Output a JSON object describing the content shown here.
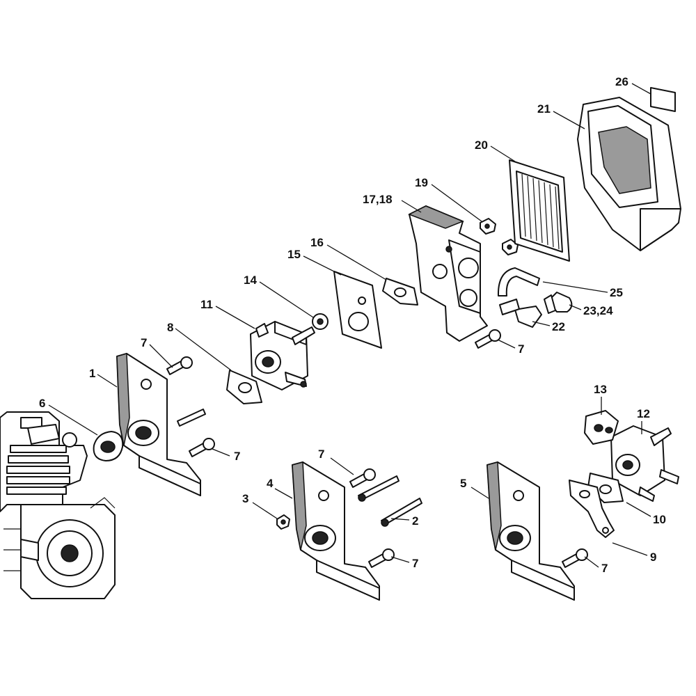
{
  "callouts": [
    {
      "id": "c26",
      "label": "26"
    },
    {
      "id": "c21",
      "label": "21"
    },
    {
      "id": "c20",
      "label": "20"
    },
    {
      "id": "c19",
      "label": "19"
    },
    {
      "id": "c1718",
      "label": "17,18"
    },
    {
      "id": "c16",
      "label": "16"
    },
    {
      "id": "c15",
      "label": "15"
    },
    {
      "id": "c14",
      "label": "14"
    },
    {
      "id": "c11",
      "label": "11"
    },
    {
      "id": "c8",
      "label": "8"
    },
    {
      "id": "c7a",
      "label": "7"
    },
    {
      "id": "c1",
      "label": "1"
    },
    {
      "id": "c6",
      "label": "6"
    },
    {
      "id": "c7b",
      "label": "7"
    },
    {
      "id": "c25",
      "label": "25"
    },
    {
      "id": "c2324",
      "label": "23,24"
    },
    {
      "id": "c22",
      "label": "22"
    },
    {
      "id": "c7c",
      "label": "7"
    },
    {
      "id": "c13",
      "label": "13"
    },
    {
      "id": "c12",
      "label": "12"
    },
    {
      "id": "c7d",
      "label": "7"
    },
    {
      "id": "c4",
      "label": "4"
    },
    {
      "id": "c3",
      "label": "3"
    },
    {
      "id": "c2",
      "label": "2"
    },
    {
      "id": "c7e",
      "label": "7"
    },
    {
      "id": "c5",
      "label": "5"
    },
    {
      "id": "c10",
      "label": "10"
    },
    {
      "id": "c9",
      "label": "9"
    },
    {
      "id": "c7f",
      "label": "7"
    }
  ]
}
